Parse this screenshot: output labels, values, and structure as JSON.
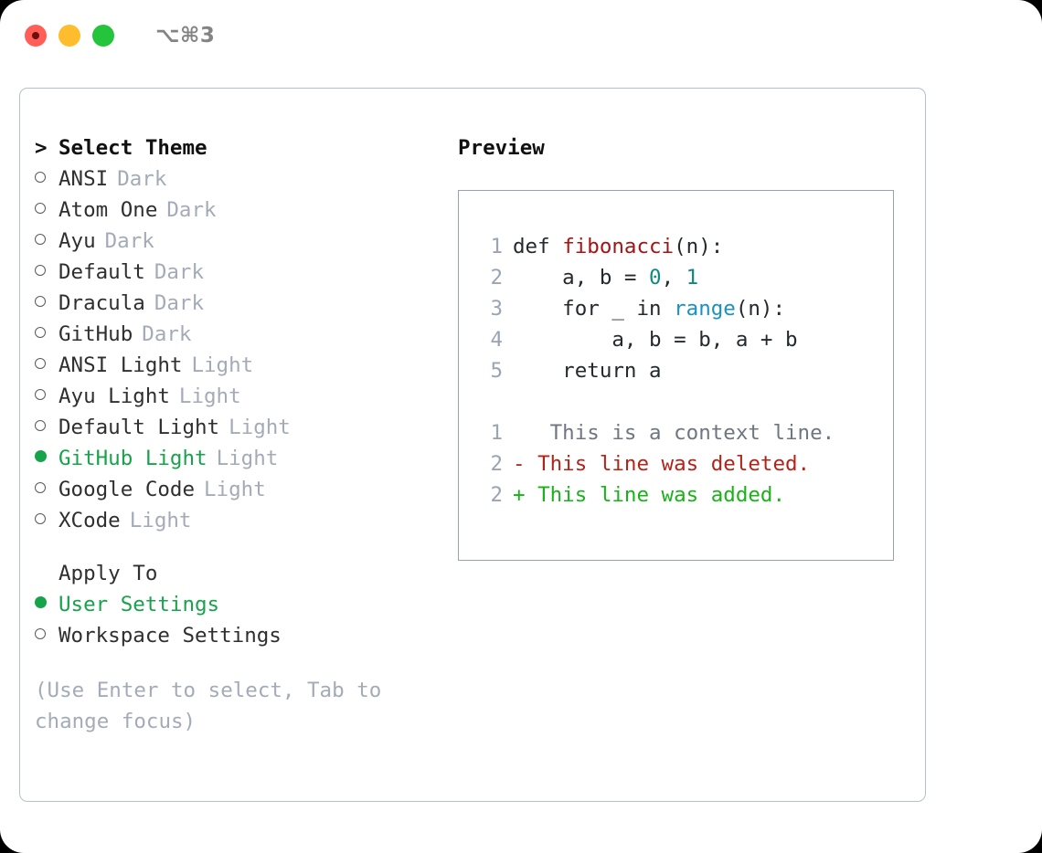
{
  "titlebar": {
    "shortcut": "⌥⌘3",
    "buttons": {
      "close": "close",
      "minimize": "minimize",
      "maximize": "maximize"
    }
  },
  "theme_list": {
    "heading": "Select Theme",
    "caret": ">",
    "items": [
      {
        "label": "ANSI",
        "variant": "Dark",
        "selected": false
      },
      {
        "label": "Atom One",
        "variant": "Dark",
        "selected": false
      },
      {
        "label": "Ayu",
        "variant": "Dark",
        "selected": false
      },
      {
        "label": "Default",
        "variant": "Dark",
        "selected": false
      },
      {
        "label": "Dracula",
        "variant": "Dark",
        "selected": false
      },
      {
        "label": "GitHub",
        "variant": "Dark",
        "selected": false
      },
      {
        "label": "ANSI Light",
        "variant": "Light",
        "selected": false
      },
      {
        "label": "Ayu Light",
        "variant": "Light",
        "selected": false
      },
      {
        "label": "Default Light",
        "variant": "Light",
        "selected": false
      },
      {
        "label": "GitHub Light",
        "variant": "Light",
        "selected": true
      },
      {
        "label": "Google Code",
        "variant": "Light",
        "selected": false
      },
      {
        "label": "XCode",
        "variant": "Light",
        "selected": false
      }
    ]
  },
  "apply_to": {
    "heading": "Apply To",
    "items": [
      {
        "label": "User Settings",
        "selected": true
      },
      {
        "label": "Workspace Settings",
        "selected": false
      }
    ]
  },
  "hint": "(Use Enter to select, Tab to change focus)",
  "preview": {
    "title": "Preview",
    "code_lines": [
      {
        "num": "1",
        "segments": [
          {
            "text": "def ",
            "cls": "tok-def"
          },
          {
            "text": "fibonacci",
            "cls": "tok-fn"
          },
          {
            "text": "(n):",
            "cls": "code-txt"
          }
        ]
      },
      {
        "num": "2",
        "segments": [
          {
            "text": "    a, b = ",
            "cls": "code-txt"
          },
          {
            "text": "0",
            "cls": "tok-num"
          },
          {
            "text": ", ",
            "cls": "code-txt"
          },
          {
            "text": "1",
            "cls": "tok-num"
          }
        ]
      },
      {
        "num": "3",
        "segments": [
          {
            "text": "    for _ in ",
            "cls": "code-txt"
          },
          {
            "text": "range",
            "cls": "tok-call"
          },
          {
            "text": "(n):",
            "cls": "code-txt"
          }
        ]
      },
      {
        "num": "4",
        "segments": [
          {
            "text": "        a, b = b, a + b",
            "cls": "code-txt"
          }
        ]
      },
      {
        "num": "5",
        "segments": [
          {
            "text": "    return a",
            "cls": "code-txt"
          }
        ]
      }
    ],
    "diff_lines": [
      {
        "num": "1",
        "marker": " ",
        "text": "  This is a context line.",
        "cls": "diff-ctx"
      },
      {
        "num": "2",
        "marker": "-",
        "text": " This line was deleted.",
        "cls": "diff-del"
      },
      {
        "num": "2",
        "marker": "+",
        "text": " This line was added.",
        "cls": "diff-add"
      }
    ]
  },
  "colors": {
    "accent_green": "#16a34a",
    "muted": "#a4abb8",
    "diff_add": "#19b219",
    "diff_del": "#b42318",
    "keyword_fn": "#a31515",
    "number": "#0f8a7e",
    "call": "#1a91c4",
    "border": "#97a3b5"
  }
}
